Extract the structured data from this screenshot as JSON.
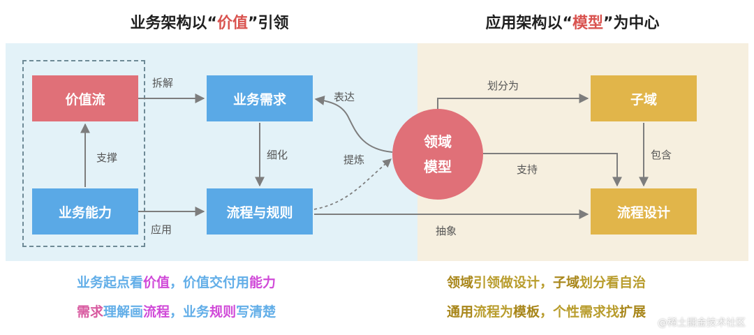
{
  "titles": {
    "left": {
      "prefix": "业务架构以“",
      "highlight": "价值",
      "suffix": "”引领"
    },
    "right": {
      "prefix": "应用架构以“",
      "highlight": "模型",
      "suffix": "”为中心"
    }
  },
  "nodes": {
    "value_stream": "价值流",
    "business_capability": "业务能力",
    "business_requirement": "业务需求",
    "flow_rules": "流程与规则",
    "domain_model_line1": "领域",
    "domain_model_line2": "模型",
    "subdomain": "子域",
    "process_design": "流程设计"
  },
  "edges": {
    "dismantle": "拆解",
    "support": "支撑",
    "apply": "应用",
    "refine": "细化",
    "express": "表达",
    "extract": "提炼",
    "divide": "划分为",
    "enable": "支持",
    "abstract": "抽象",
    "contain": "包含"
  },
  "slogans": {
    "left_1": {
      "p1": "业务起点看",
      "p2": "价值",
      "p3": "，价值交付用",
      "p4": "能力"
    },
    "left_2": {
      "p1": "需求",
      "p2": "理解画",
      "p3": "流程",
      "p4": "，业务",
      "p5": "规则",
      "p6": "写清楚"
    },
    "right_1": {
      "p1": "领域",
      "p2": "引领做设计，",
      "p3": "子域",
      "p4": "划分看自治"
    },
    "right_2": {
      "p1": "通用",
      "p2": "流程为",
      "p3": "模板",
      "p4": "，个性需求找",
      "p5": "扩展"
    }
  },
  "watermark": "@稀土掘金技术社区",
  "colors": {
    "blue_box": "#5aa9e6",
    "red_box": "#e07078",
    "gold_box": "#e1b54a",
    "left_panel": "#e3f2f8",
    "right_panel": "#f6efdf"
  }
}
